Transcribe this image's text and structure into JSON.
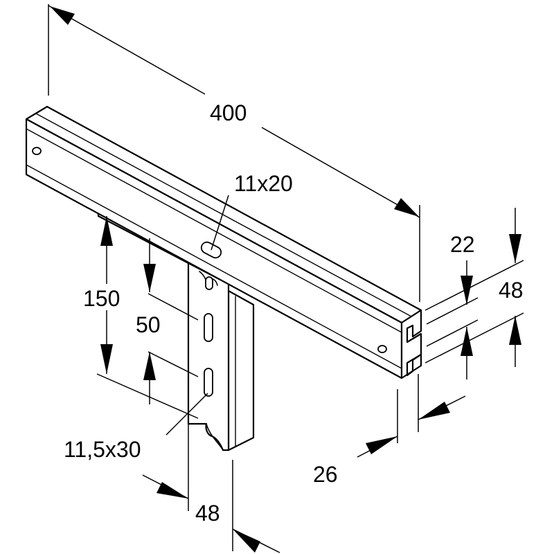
{
  "dimensions": {
    "beam_length": "400",
    "beam_slot": "11x20",
    "column_height": "150",
    "slot_pitch": "50",
    "column_slot": "11,5x30",
    "column_width": "48",
    "profile_height": "48",
    "profile_lip": "22",
    "profile_depth": "26"
  }
}
